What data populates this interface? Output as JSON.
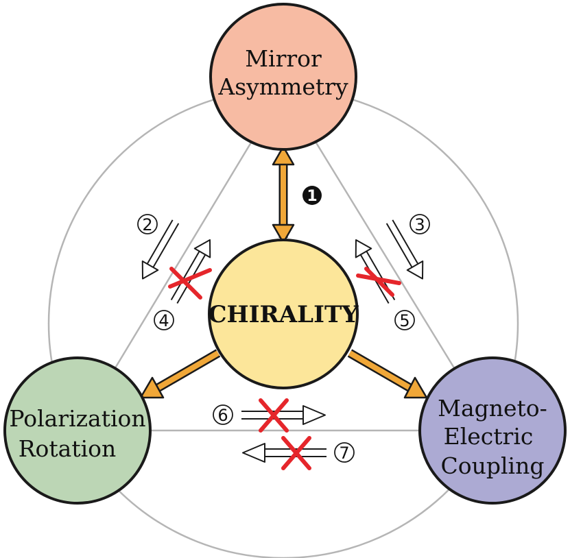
{
  "nodes": {
    "mirror": {
      "lines": [
        "Mirror",
        "Asymmetry"
      ],
      "fill": "#F7BBA3"
    },
    "chirality": {
      "label": "CHIRALITY",
      "fill": "#FCE69A"
    },
    "polarization": {
      "lines": [
        "Polarization",
        "Rotation"
      ],
      "fill": "#BCD6B5"
    },
    "magneto": {
      "lines": [
        "Magneto-",
        "Electric",
        "Coupling"
      ],
      "fill": "#ACAAD3"
    }
  },
  "markers": {
    "m1": "1",
    "m2": "2",
    "m3": "3",
    "m4": "4",
    "m5": "5",
    "m6": "6",
    "m7": "7"
  },
  "colors": {
    "arrow_orange": "#F0A738",
    "cross_red": "#E5262B",
    "outline_gray": "#B5B5B5",
    "stroke_dark": "#1A1A1A"
  },
  "icons": {
    "double_arrow": "bidirectional-implication-arrow",
    "open_arrow": "hollow-implication-arrow",
    "cross": "red-x-mark"
  }
}
